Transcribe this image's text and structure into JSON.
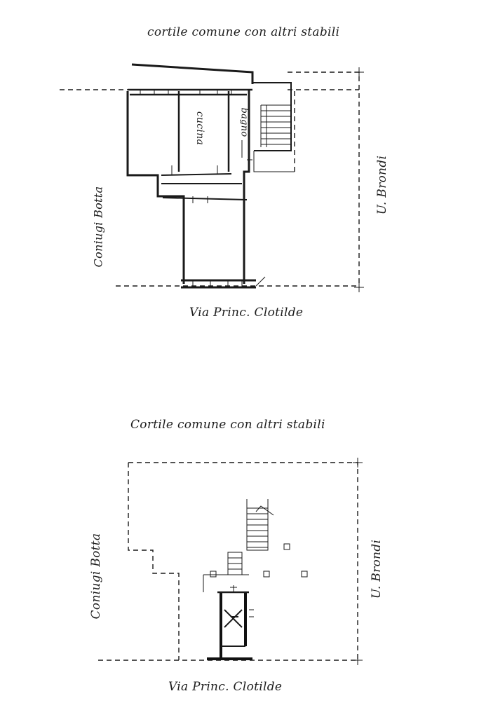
{
  "plan_1": {
    "top_label": "cortile comune con altri stabili",
    "bottom_label": "Via Princ. Clotilde",
    "left_label": "Coniugi Botta",
    "right_label": "U. Brondi",
    "room_kitchen": "cucina",
    "room_bath": "bagno"
  },
  "plan_2": {
    "top_label": "Cortile comune con altri stabili",
    "bottom_label": "Via Princ. Clotilde",
    "left_label": "Coniugi Botta",
    "right_label": "U. Brondi"
  }
}
